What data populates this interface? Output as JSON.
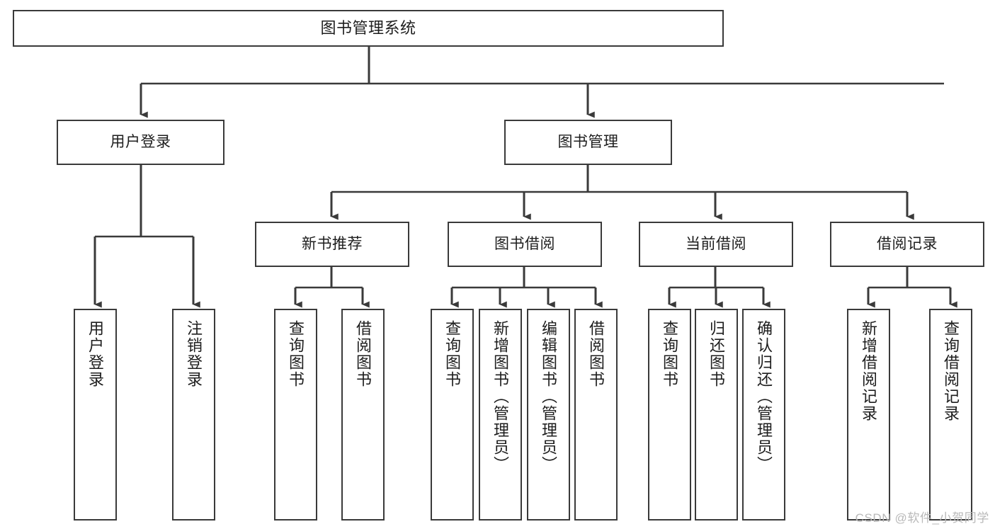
{
  "diagram": {
    "title": "图书管理系统",
    "type": "tree-hierarchy",
    "root": {
      "label": "图书管理系统"
    },
    "level1": [
      {
        "label": "用户登录"
      },
      {
        "label": "图书管理"
      }
    ],
    "level2": [
      {
        "label": "新书推荐"
      },
      {
        "label": "图书借阅"
      },
      {
        "label": "当前借阅"
      },
      {
        "label": "借阅记录"
      }
    ],
    "leaves": {
      "user_login": [
        {
          "label": "用户登录"
        },
        {
          "label": "注销登录"
        }
      ],
      "new_book_recommend": [
        {
          "label": "查询图书"
        },
        {
          "label": "借阅图书"
        }
      ],
      "book_borrow": [
        {
          "label": "查询图书"
        },
        {
          "label": "新增图书（管理员）"
        },
        {
          "label": "编辑图书（管理员）"
        },
        {
          "label": "借阅图书"
        }
      ],
      "current_borrow": [
        {
          "label": "查询图书"
        },
        {
          "label": "归还图书"
        },
        {
          "label": "确认归还（管理员）"
        }
      ],
      "borrow_record": [
        {
          "label": "新增借阅记录"
        },
        {
          "label": "查询借阅记录"
        }
      ]
    }
  },
  "watermark": {
    "text": "CSDN @软件_小贺同学"
  },
  "colors": {
    "box_border": "#3a3a3a",
    "connector": "#3a3a3a",
    "background": "#ffffff",
    "text": "#1d1d1d",
    "watermark": "#b9b9b9"
  }
}
